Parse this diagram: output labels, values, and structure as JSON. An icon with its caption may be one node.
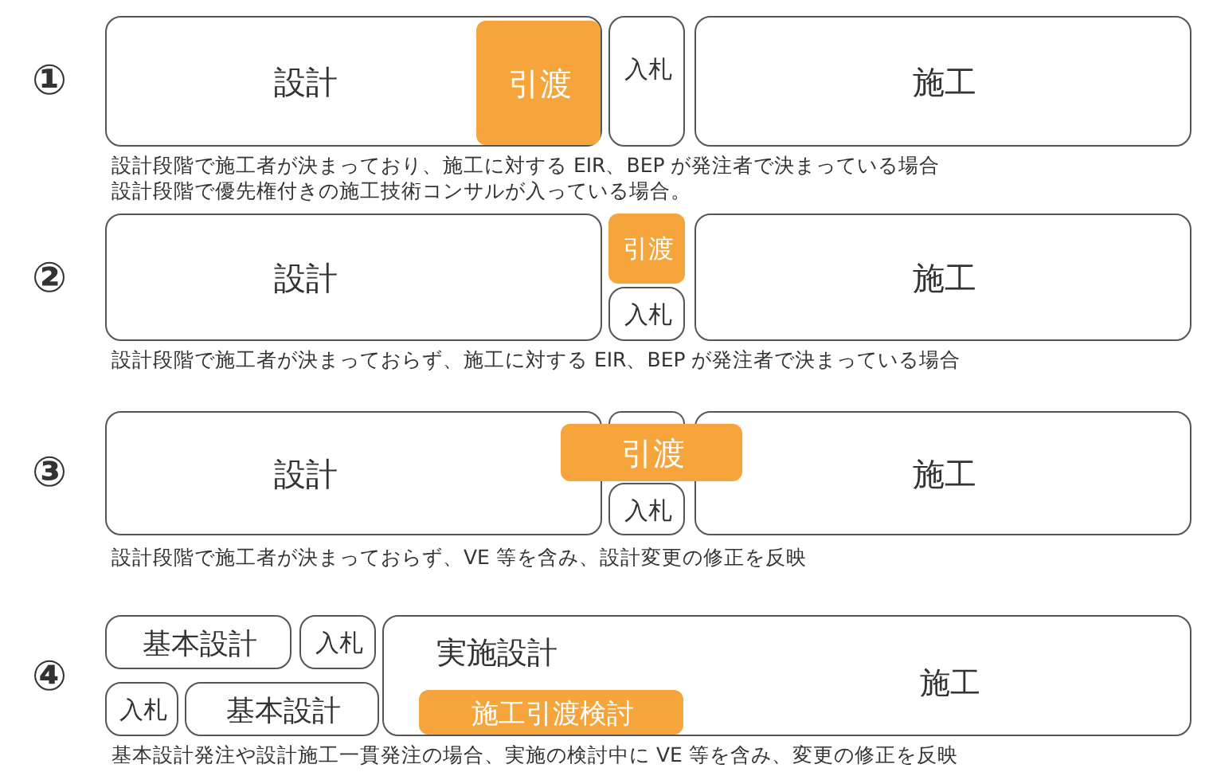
{
  "diagram": {
    "nodes": [
      {
        "text": [
          "設計"
        ]
      },
      {
        "text": [
          "引渡"
        ],
        "in": 0
      },
      {
        "text": [
          "入札"
        ]
      },
      {
        "text": [
          "施工"
        ]
      },
      {
        "text": [
          "設計"
        ]
      },
      {
        "text": [
          "引渡"
        ]
      },
      {
        "text": [
          "入札"
        ]
      },
      {
        "text": [
          "施工"
        ]
      },
      {
        "text": [
          "設計"
        ]
      },
      {
        "text": [
          "入札"
        ]
      },
      {
        "text": [
          "施工"
        ]
      },
      {
        "text": [
          "引渡"
        ]
      },
      {
        "text": [
          "基本設計"
        ]
      },
      {
        "text": [
          "入札"
        ]
      },
      {
        "text": [
          "入札"
        ]
      },
      {
        "text": [
          "基本設計"
        ]
      },
      {
        "text": [
          "実施設計",
          "施工"
        ]
      },
      {
        "text": [
          "施工引渡検討"
        ],
        "in": 16
      }
    ],
    "edges": [],
    "labels": [
      "①",
      "設計段階で施工者が決まっており、施工に対する EIR、BEP が発注者で決まっている場合",
      "設計段階で優先権付きの施工技術コンサルが入っている場合。",
      "②",
      "設計段階で施工者が決まっておらず、施工に対する EIR、BEP が発注者で決まっている場合",
      "③",
      "設計段階で施工者が決まっておらず、VE 等を含み、設計変更の修正を反映",
      "④",
      "基本設計発注や設計施工一貫発注の場合、実施の検討中に VE 等を含み、変更の修正を反映"
    ]
  }
}
